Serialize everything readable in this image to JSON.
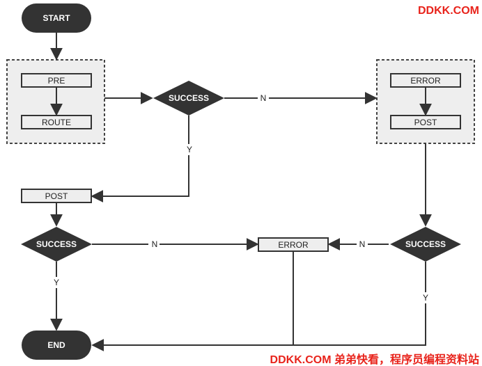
{
  "watermark_top": "DDKK.COM",
  "watermark_bottom": "DDKK.COM 弟弟快看，程序员编程资料站",
  "nodes": {
    "start": "START",
    "pre": "PRE",
    "route": "ROUTE",
    "success_top": "SUCCESS",
    "error_top": "ERROR",
    "post_top": "POST",
    "post_left": "POST",
    "success_left": "SUCCESS",
    "error_mid": "ERROR",
    "success_right": "SUCCESS",
    "end": "END"
  },
  "edge_labels": {
    "n_top": "N",
    "y_top": "Y",
    "n_left": "N",
    "y_left": "Y",
    "n_right": "N",
    "y_right": "Y"
  },
  "colors": {
    "dark_node": "#333333",
    "box_fill": "#eeeeee",
    "group_fill": "#eeeeee",
    "line": "#333333",
    "watermark": "#e8231b"
  }
}
